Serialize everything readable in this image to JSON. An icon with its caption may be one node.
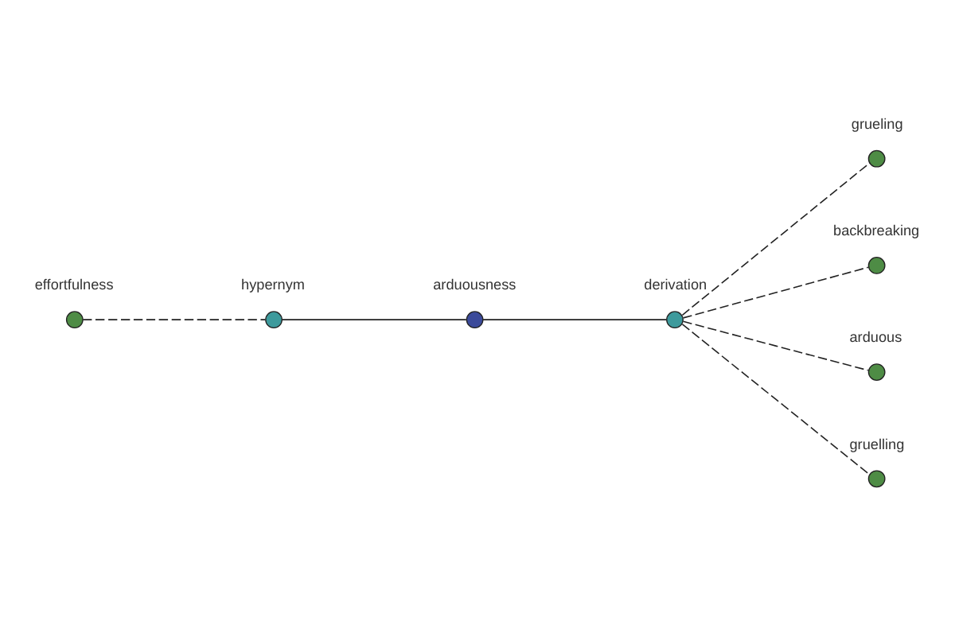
{
  "diagram": {
    "nodes": [
      {
        "text": [
          "grueling"
        ]
      },
      {
        "text": [
          "backbreaking"
        ]
      },
      {
        "text": [
          "arduous"
        ]
      },
      {
        "text": [
          "derivation"
        ]
      },
      {
        "text": [
          "gruelling"
        ]
      },
      {
        "text": [
          "arduousness"
        ]
      },
      {
        "text": [
          "hypernym"
        ]
      },
      {
        "text": [
          "effortfulness"
        ]
      }
    ],
    "edges": [
      {
        "from": 5,
        "to": 3,
        "arrow": "none"
      },
      {
        "from": 3,
        "to": 0,
        "arrow": "none",
        "style": "dashed"
      },
      {
        "from": 3,
        "to": 1,
        "arrow": "none",
        "style": "dashed"
      },
      {
        "from": 3,
        "to": 2,
        "arrow": "none",
        "style": "dashed"
      },
      {
        "from": 3,
        "to": 4,
        "arrow": "none",
        "style": "dashed"
      },
      {
        "from": 6,
        "to": 5,
        "arrow": "none"
      },
      {
        "from": 7,
        "to": 6,
        "arrow": "none",
        "style": "dashed"
      }
    ]
  }
}
